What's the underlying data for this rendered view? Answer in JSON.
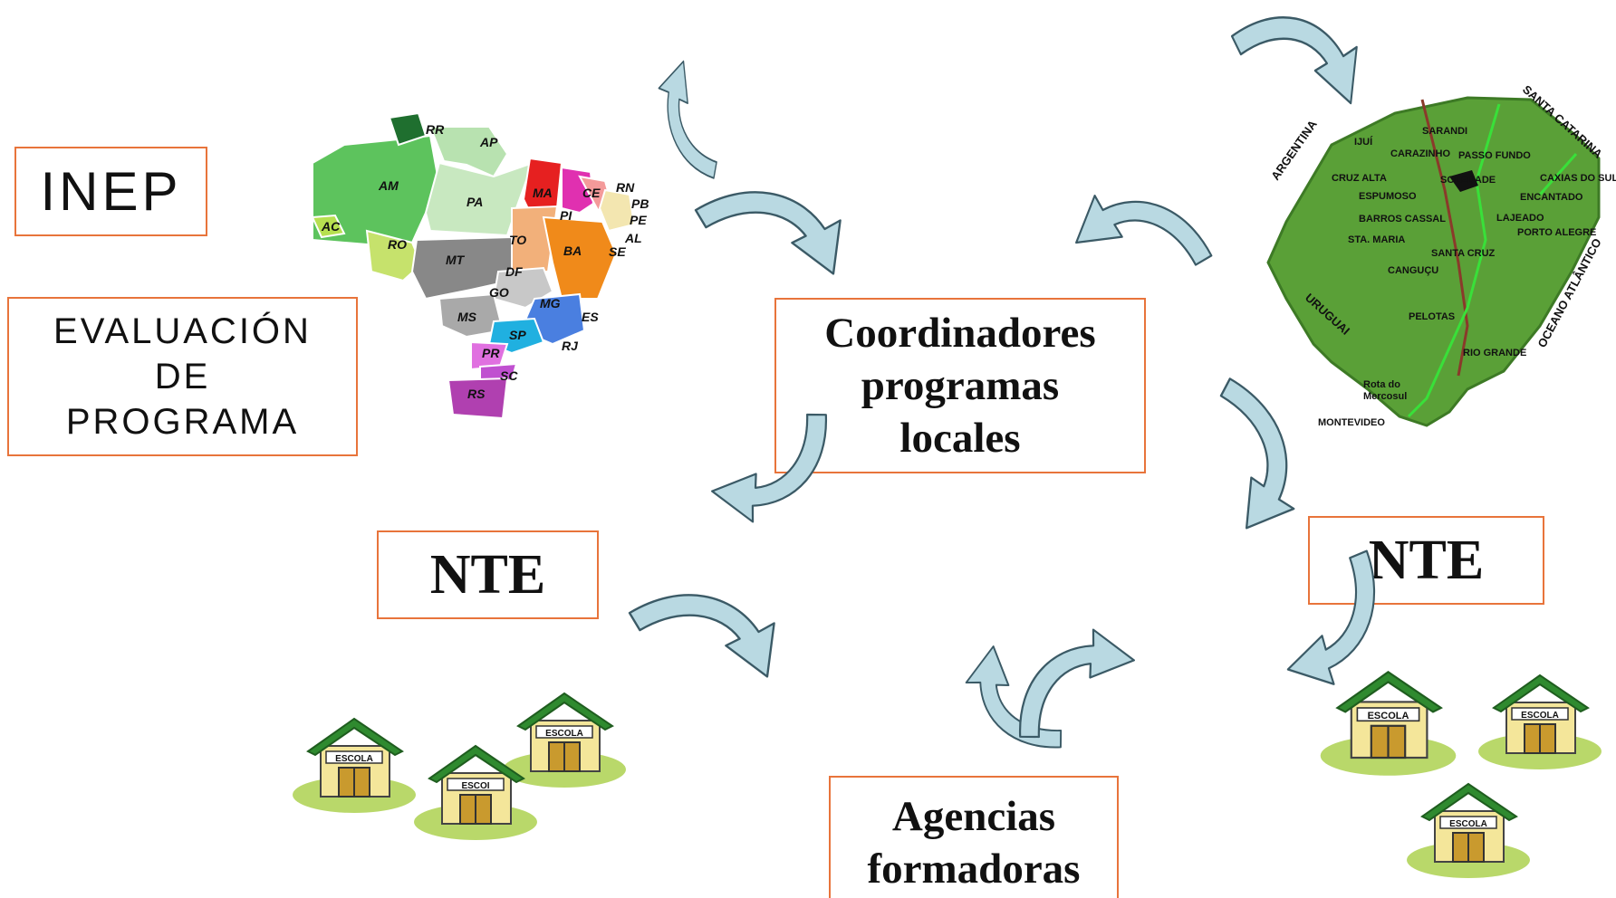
{
  "boxes": {
    "inep": "INEP",
    "evaluacion": "EVALUACIÓN\nDE\nPROGRAMA",
    "coordinadores": "Coordinadores\nprogramas\nlocales",
    "nte_left": "NTE",
    "nte_right": "NTE",
    "agencias": "Agencias\nformadoras"
  },
  "brazil_states": [
    "RR",
    "AP",
    "AM",
    "PA",
    "AC",
    "RO",
    "MA",
    "CE",
    "RN",
    "PB",
    "PE",
    "PI",
    "TO",
    "AL",
    "SE",
    "BA",
    "MT",
    "DF",
    "GO",
    "MG",
    "ES",
    "MS",
    "SP",
    "RJ",
    "PR",
    "SC",
    "RS"
  ],
  "rs_map": {
    "cities": [
      "SARANDI",
      "IJUÍ",
      "CARAZINHO",
      "PASSO FUNDO",
      "CRUZ ALTA",
      "SOLEDADE",
      "CAXIAS DO SUL",
      "ESPUMOSO",
      "ENCANTADO",
      "BARROS CASSAL",
      "LAJEADO",
      "PORTO ALEGRE",
      "STA. MARIA",
      "SANTA CRUZ",
      "CANGUÇU",
      "PELOTAS",
      "RIO GRANDE",
      "MONTEVIDEO"
    ],
    "regions": [
      "ARGENTINA",
      "SANTA CATARINA",
      "URUGUAI",
      "OCEANO ATLÂNTICO"
    ],
    "route": "Rota do\nMercosul"
  },
  "school_label": "ESCOLA",
  "school_label_partial": "ESCOI",
  "colors": {
    "box_border": "#e8743b",
    "arrow_fill": "#b9d9e2",
    "arrow_stroke": "#3b5a66",
    "roof": "#2f8a2f",
    "house_wall": "#f4e69a",
    "door": "#c99a2e",
    "grass": "#b9d86a",
    "rs_green": "#5aa037"
  }
}
